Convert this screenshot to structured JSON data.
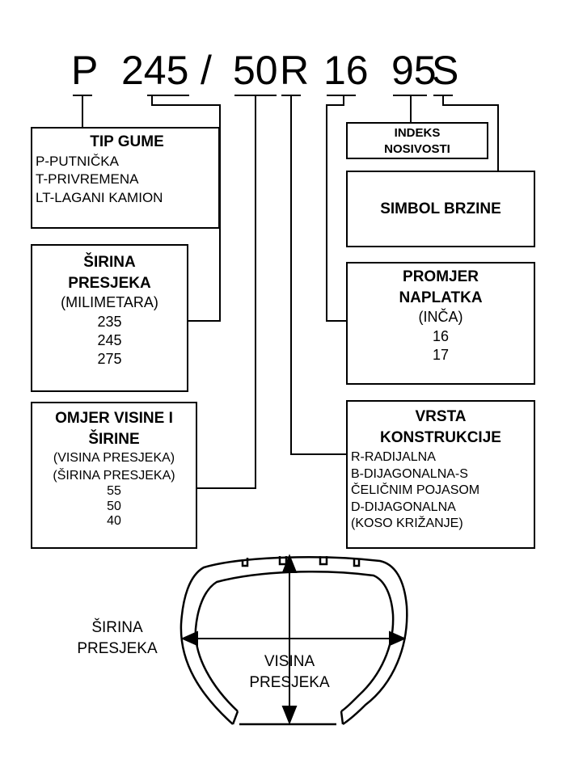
{
  "code": {
    "p": "P",
    "width": "245",
    "slash": "/",
    "ratio": "50",
    "r": "R",
    "rim": "16",
    "load": "95",
    "speed": "S"
  },
  "tip_gume": {
    "title": "TIP GUME",
    "lines": [
      "P-PUTNIČKA",
      "T-PRIVREMENA",
      "LT-LAGANI KAMION"
    ]
  },
  "sirina_presjeka": {
    "title1": "ŠIRINA",
    "title2": "PRESJEKA",
    "unit": "(MILIMETARA)",
    "values": [
      "235",
      "245",
      "275"
    ]
  },
  "omjer": {
    "title1": "OMJER VISINE I",
    "title2": "ŠIRINE",
    "line1": "(VISINA PRESJEKA)",
    "line2": "(ŠIRINA PRESJEKA)",
    "values": [
      "55",
      "50",
      "40"
    ]
  },
  "indeks": {
    "line1": "INDEKS",
    "line2": "NOSIVOSTI"
  },
  "simbol": {
    "title": "SIMBOL BRZINE"
  },
  "promjer": {
    "title1": "PROMJER",
    "title2": "NAPLATKA",
    "unit": "(INČA)",
    "values": [
      "16",
      "17"
    ]
  },
  "vrsta": {
    "title1": "VRSTA",
    "title2": "KONSTRUKCIJE",
    "lines": [
      "R-RADIJALNA",
      "B-DIJAGONALNA-S",
      "ČELIČNIM POJASOM",
      "D-DIJAGONALNA",
      "(KOSO KRIŽANJE)"
    ]
  },
  "tire": {
    "width_label1": "ŠIRINA",
    "width_label2": "PRESJEKA",
    "height_label1": "VISINA",
    "height_label2": "PRESJEKA"
  }
}
